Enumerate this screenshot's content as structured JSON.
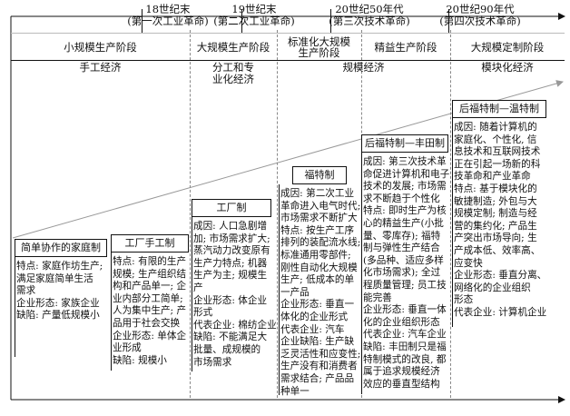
{
  "eras": [
    {
      "line1": "18世纪末",
      "line2": "(第一次工业革命)"
    },
    {
      "line1": "19世纪末",
      "line2": "(第二次工业革命)"
    },
    {
      "line1": "20世纪50年代",
      "line2": "(第三次技术革命)"
    },
    {
      "line1": "20世纪90年代",
      "line2": "(第四次技术革命)"
    }
  ],
  "stages": [
    "小规模生产阶段",
    "大规模生产阶段",
    "标准化大规模\n生产阶段",
    "精益生产阶段",
    "大规模定制阶段"
  ],
  "economies": [
    "手工经济",
    "分工和专\n业化经济",
    "规模经济",
    "模块化经济"
  ],
  "models": [
    {
      "name": "简单协作的家庭制",
      "text": "特点: 家庭作坊生产;\n满足家庭简单生活\n需求\n企业形态: 家族企业\n缺陷: 产量低规模小"
    },
    {
      "name": "工厂手工制",
      "text": "特点: 有限的生产\n规模; 生产组织结\n构和产品单一; 企\n业内部分工简单;\n人为集中生产; 产\n品用于社会交换\n企业形态: 单体企\n业形成\n缺陷: 规模小"
    },
    {
      "name": "工厂制",
      "text": "成因: 人口急剧增\n加; 市场需求扩大;\n蒸汽动力改变原有\n生产力特点; 机器\n生产为主; 规模生\n产\n企业形态: 体企业\n形式\n代表企业: 棉纺企业\n缺陷: 不能满足大\n批量、成规模的\n市场需求"
    },
    {
      "name": "福特制",
      "text": "成因: 第二次工业\n革命进入电气时代;\n市场需求不断扩大\n特点: 按生产工序\n排列的装配流水线;\n标准通用零部件;\n刚性自动化大规模\n生产; 低成本的单\n一产品\n企业形态: 垂直一\n体化的企业形式\n代表企业: 汽车\n企业缺陷: 生产缺\n乏灵活性和应变性;\n生产没有和消费者\n需求结合; 产品品\n种单一"
    },
    {
      "name": "后福特制—丰田制",
      "text": "成因: 第三次技术革\n命促进计算机和电子\n技术的发展; 市场需\n求不断趋于个性化\n特点: 即时生产为核\n心的精益生产(小批\n量、零库存); 福特\n制与弹性生产结合\n(多品种、适应多样\n化市场需求); 全过\n程质量管理; 员工技\n能完善\n企业形态: 垂直一体\n化的企业组织形态\n代表企业: 汽车企业\n缺陷: 丰田制只是福\n特制模式的改良, 都\n属于追求规模经济\n效应的垂直型结构"
    },
    {
      "name": "后福特制—温特制",
      "text": "成因: 随着计算机的\n家庭化、个性化, 信\n息技术和互联网技术\n正在引起一场新的科\n技革命和产业革命\n特点: 基于模块化的\n敏捷制造; 外包与大\n规模定制; 制造与经\n营的集约化; 产品生\n产突出市场导向; 生\n产成本低、效率高、\n应变快\n企业形态: 垂直分离、\n网络化的企业组织\n形态\n代表企业: 计算机企业"
    }
  ]
}
